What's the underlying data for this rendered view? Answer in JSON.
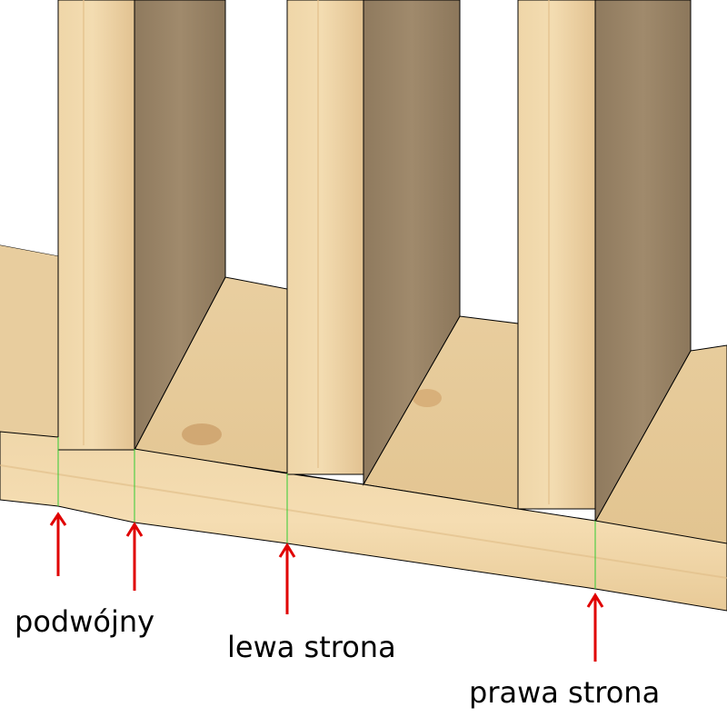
{
  "labels": {
    "double": "podwójny",
    "left_side": "lewa strona",
    "right_side": "prawa strona"
  },
  "colors": {
    "arrow": "#e00000",
    "marker_line": "#33cc33",
    "wood_light": "#ecd3a6",
    "wood_face": "#e6c795",
    "wood_shadow": "#9a8466",
    "edge": "#000000",
    "background": "#ffffff"
  }
}
